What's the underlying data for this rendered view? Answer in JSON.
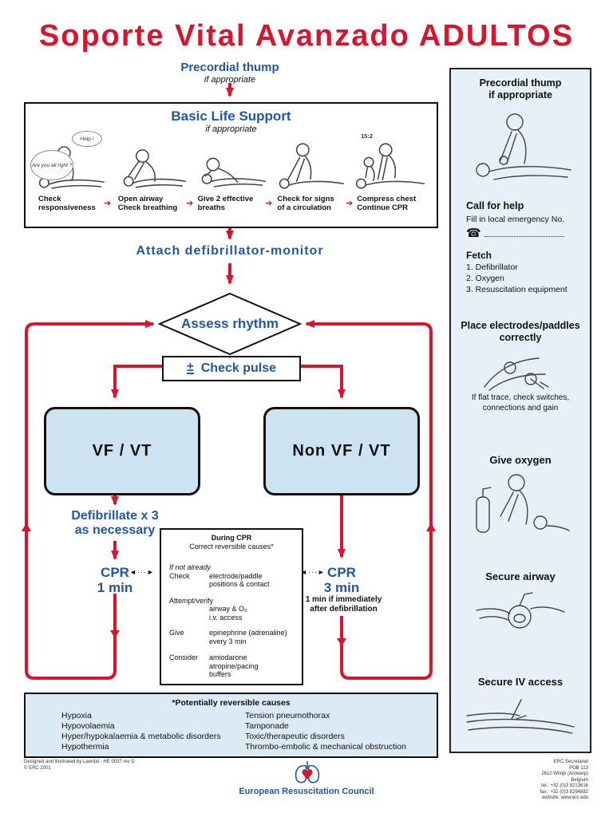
{
  "page": {
    "title": "Soporte Vital Avanzado ADULTOS"
  },
  "colors": {
    "accent_red": "#d9152e",
    "accent_blue": "#2156a5",
    "box_fill": "#cde3f2",
    "panel_fill": "#e7f0f8"
  },
  "icons": {
    "dotted_arrow": "◄···►",
    "phone": "☎"
  },
  "flow": {
    "precordial": {
      "label": "Precordial thump",
      "note": "if appropriate"
    },
    "bls": {
      "title": "Basic Life Support",
      "note": "if appropriate",
      "bubble_question": "Are you all right ?",
      "bubble_help": "Help !",
      "ratio_label": "15:2",
      "steps": [
        {
          "line1": "Check",
          "line2": "responsiveness"
        },
        {
          "line1": "Open airway",
          "line2": "Check breathing"
        },
        {
          "line1": "Give 2 effective",
          "line2": "breaths"
        },
        {
          "line1": "Check for signs",
          "line2": "of a circulation"
        },
        {
          "line1": "Compress chest",
          "line2": "Continue CPR"
        }
      ]
    },
    "attach_label": "Attach defibrillator-monitor",
    "assess_label": "Assess rhythm",
    "check_pulse": {
      "symbol": "±",
      "label": "Check pulse"
    },
    "vf_label": "VF / VT",
    "non_vf_label": "Non VF / VT",
    "defib": {
      "line1": "Defibrillate x 3",
      "line2": "as necessary"
    },
    "cpr1": {
      "line1": "CPR",
      "line2": "1 min"
    },
    "cpr3": {
      "line1": "CPR",
      "line2": "3 min",
      "note1": "1 min if immediately",
      "note2": "after defibrillation"
    },
    "during_cpr": {
      "title": "During CPR",
      "subtitle": "Correct reversible causes*",
      "intro": "If not already",
      "check_label": "Check",
      "check_lines": [
        "electrode/paddle",
        "positions & contact"
      ],
      "attempt_label": "Attempt/verify",
      "attempt_lines": [
        "airway & O₂",
        "i.v. access"
      ],
      "give_label": "Give",
      "give_lines": [
        "epinephrine (adrenaline)",
        "every 3 min"
      ],
      "consider_label": "Consider",
      "consider_lines": [
        "amiodarone",
        "atropine/pacing",
        "buffers"
      ]
    },
    "reversible": {
      "title": "*Potentially reversible causes",
      "left": [
        "Hypoxia",
        "Hypovolaemia",
        "Hyper/hypokalaemia & metabolic disorders",
        "Hypothermia"
      ],
      "right": [
        "Tension pneumothorax",
        "Tamponade",
        "Toxic/therapeutic disorders",
        "Thrombo-embolic & mechanical obstruction"
      ]
    }
  },
  "sidebar": {
    "precordial_title1": "Precordial thump",
    "precordial_title2": "if appropriate",
    "call_title": "Call for help",
    "call_note": "Fill in local emergency No.",
    "fetch_title": "Fetch",
    "fetch_items": [
      "1. Defibrillator",
      "2. Oxygen",
      "3. Resuscitation equipment"
    ],
    "electrodes_title1": "Place electrodes/paddles",
    "electrodes_title2": "correctly",
    "electrodes_note1": "If flat trace, check switches,",
    "electrodes_note2": "connections and gain",
    "oxygen_title": "Give oxygen",
    "airway_title": "Secure airway",
    "iv_title": "Secure IV access"
  },
  "footer": {
    "credit_line1": "Designed and illustrated by Laerdal - HE 0037 rev D",
    "credit_line2": "© ERC 2001",
    "org_name": "European Resuscitation Council",
    "address": [
      "ERC Secretariat",
      "POB 113",
      "2610 Wilrijk (Antwerp)",
      "Belgium",
      "tel.: +32 (0)3 8213616",
      "fax.: +32 (0)3 8294882",
      "website: www.erc.edu"
    ]
  }
}
